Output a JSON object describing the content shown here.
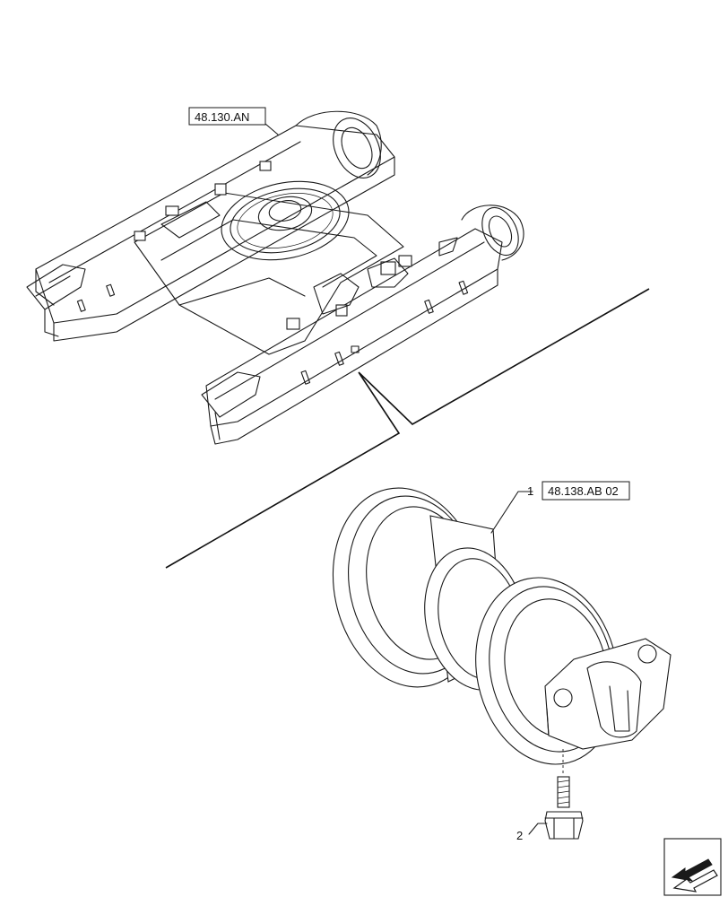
{
  "references": {
    "frame_ref": "48.130.AN",
    "roller_ref": "48.138.AB 02"
  },
  "callouts": {
    "roller_item": "1",
    "bolt_item": "2"
  },
  "icons": {
    "navigation": "arrow-left-icon"
  },
  "colors": {
    "line": "#1a1a1a",
    "background": "#ffffff"
  }
}
